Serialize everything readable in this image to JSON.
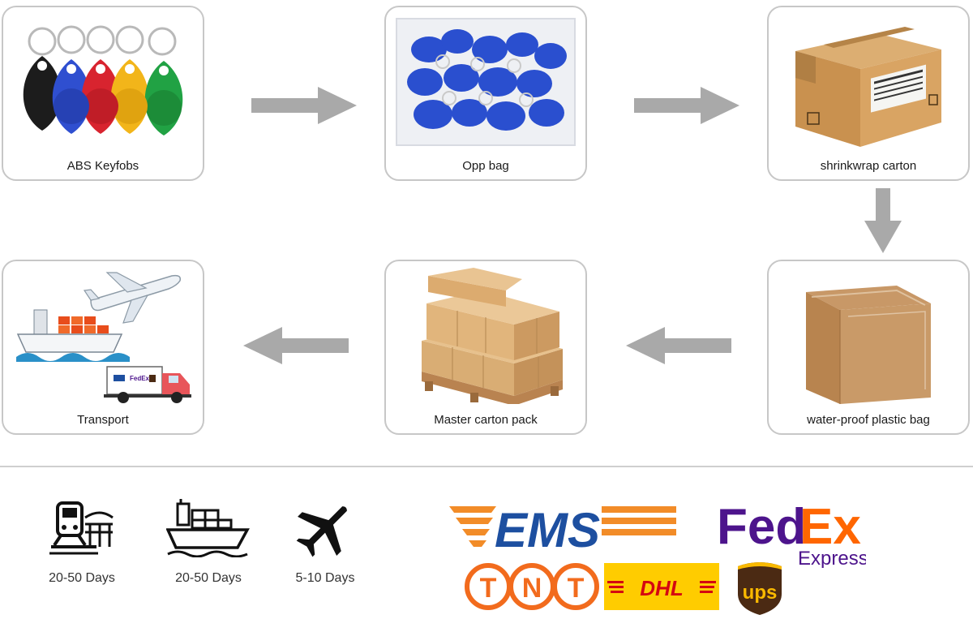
{
  "steps": [
    {
      "label": "ABS Keyfobs"
    },
    {
      "label": "Opp bag"
    },
    {
      "label": "shrinkwrap carton"
    },
    {
      "label": "water-proof plastic bag"
    },
    {
      "label": "Master carton pack"
    },
    {
      "label": "Transport"
    }
  ],
  "transport_modes": [
    {
      "icon": "train-icon",
      "days": "20-50 Days"
    },
    {
      "icon": "ship-icon",
      "days": "20-50 Days"
    },
    {
      "icon": "airplane-icon",
      "days": "5-10 Days"
    }
  ],
  "carriers": {
    "ems": "EMS",
    "fedex_fed": "Fed",
    "fedex_ex": "Ex",
    "fedex_express": "Express",
    "tnt": [
      "T",
      "N",
      "T"
    ],
    "dhl": "DHL",
    "ups": "ups",
    "truck_fedex": "FedEx"
  },
  "colors": {
    "arrow": "#a9a9a9",
    "ems_orange": "#f28c28",
    "ems_blue": "#1d4fa0",
    "fedex_purple": "#4d148c",
    "fedex_orange": "#ff6600",
    "tnt_orange": "#f26b1d",
    "dhl_yellow": "#ffcc00",
    "dhl_red": "#d40511",
    "ups_brown": "#4b2a13",
    "ups_gold": "#f9b900",
    "keyfob_colors": [
      "#1c1c1c",
      "#2f4fd0",
      "#d8242f",
      "#f2b51a",
      "#21a244"
    ]
  }
}
